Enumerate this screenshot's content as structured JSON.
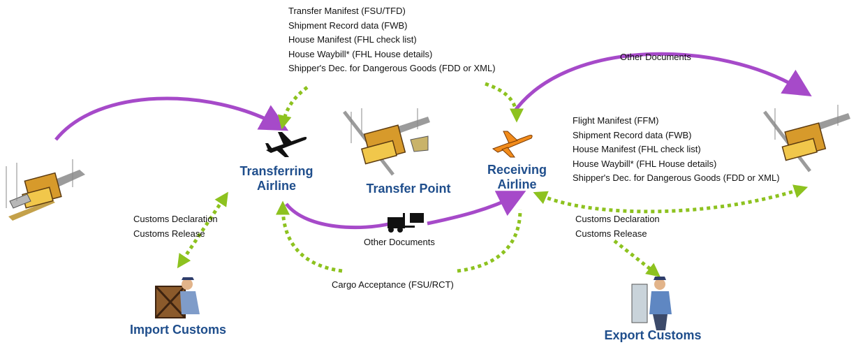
{
  "labels": {
    "transferring_airline": [
      "Transferring",
      "Airline"
    ],
    "transfer_point": "Transfer Point",
    "receiving_airline": [
      "Receiving",
      "Airline"
    ],
    "import_customs": "Import Customs",
    "export_customs": "Export Customs"
  },
  "text_blocks": {
    "transfer_docs": [
      "Transfer Manifest (FSU/TFD)",
      "Shipment Record data (FWB)",
      "House Manifest (FHL check list)",
      "House Waybill* (FHL House details)",
      "Shipper's Dec. for Dangerous Goods (FDD or XML)"
    ],
    "receiving_docs": [
      "Flight Manifest (FFM)",
      "Shipment Record data (FWB)",
      "House Manifest (FHL check list)",
      "House Waybill* (FHL House details)",
      "Shipper's Dec. for Dangerous Goods (FDD or XML)"
    ],
    "import_customs_docs": [
      "Customs Declaration",
      "Customs Release"
    ],
    "export_customs_docs": [
      "Customs Declaration",
      "Customs Release"
    ],
    "other_documents_top": "Other Documents",
    "other_documents_middle": "Other Documents",
    "cargo_acceptance": "Cargo Acceptance (FSU/RCT)"
  },
  "colors": {
    "primary_flow": "#a64ac9",
    "dotted_flow": "#8dc21f",
    "label": "#1f4e8c"
  },
  "icons": [
    "airport-icon",
    "black-plane-icon",
    "orange-plane-icon",
    "forklift-icon",
    "customs-officer-icon",
    "crate-icon"
  ]
}
